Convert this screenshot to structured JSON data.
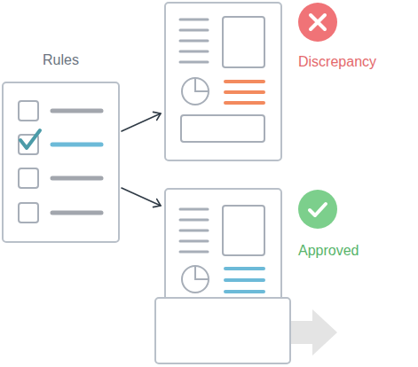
{
  "diagram": {
    "nodes": [
      {
        "text": [
          "Rules"
        ]
      },
      {
        "text": [
          "Discrepancy"
        ]
      },
      {
        "text": [
          "Approved"
        ]
      }
    ],
    "edges": [
      {
        "from": 0,
        "to": 1,
        "arrow": "to"
      },
      {
        "from": 0,
        "to": 2,
        "arrow": "to"
      }
    ]
  }
}
